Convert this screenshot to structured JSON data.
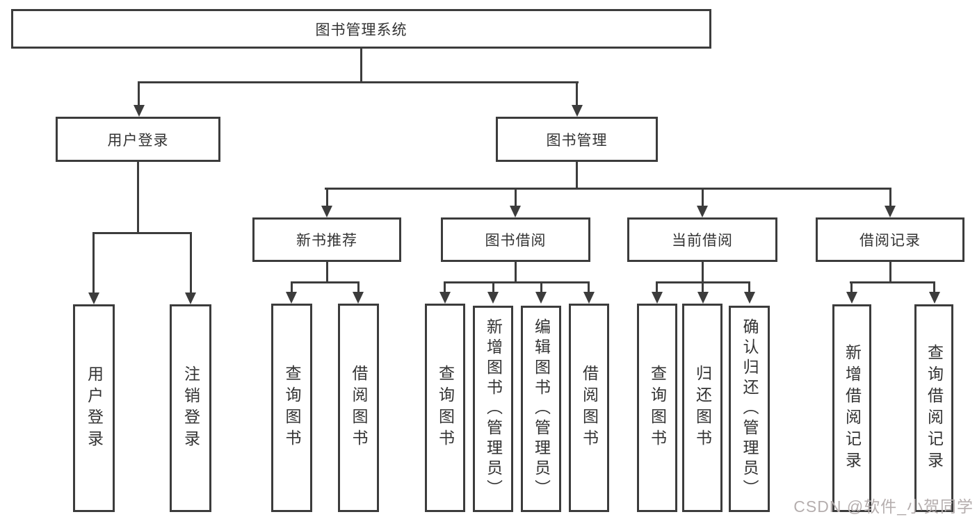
{
  "colors": {
    "line": "#3c3c3c",
    "text": "#333333",
    "watermark": "#b5aeae",
    "background": "#ffffff"
  },
  "nodes": {
    "root": {
      "label": "图书管理系统"
    },
    "level2": [
      {
        "label": "用户登录"
      },
      {
        "label": "图书管理"
      }
    ],
    "level3": [
      {
        "label": "新书推荐",
        "parent": "图书管理"
      },
      {
        "label": "图书借阅",
        "parent": "图书管理"
      },
      {
        "label": "当前借阅",
        "parent": "图书管理"
      },
      {
        "label": "借阅记录",
        "parent": "图书管理"
      }
    ],
    "leaves": [
      {
        "label": "用户登录",
        "parent": "用户登录"
      },
      {
        "label": "注销登录",
        "parent": "用户登录"
      },
      {
        "label": "查询图书",
        "parent": "新书推荐"
      },
      {
        "label": "借阅图书",
        "parent": "新书推荐"
      },
      {
        "label": "查询图书",
        "parent": "图书借阅"
      },
      {
        "label": "新增图书（管理员）",
        "parent": "图书借阅"
      },
      {
        "label": "编辑图书（管理员）",
        "parent": "图书借阅"
      },
      {
        "label": "借阅图书",
        "parent": "图书借阅"
      },
      {
        "label": "查询图书",
        "parent": "当前借阅"
      },
      {
        "label": "归还图书",
        "parent": "当前借阅"
      },
      {
        "label": "确认归还（管理员）",
        "parent": "当前借阅"
      },
      {
        "label": "新增借阅记录",
        "parent": "借阅记录"
      },
      {
        "label": "查询借阅记录",
        "parent": "借阅记录"
      }
    ]
  },
  "watermark": "CSDN @软件_小贺同学"
}
